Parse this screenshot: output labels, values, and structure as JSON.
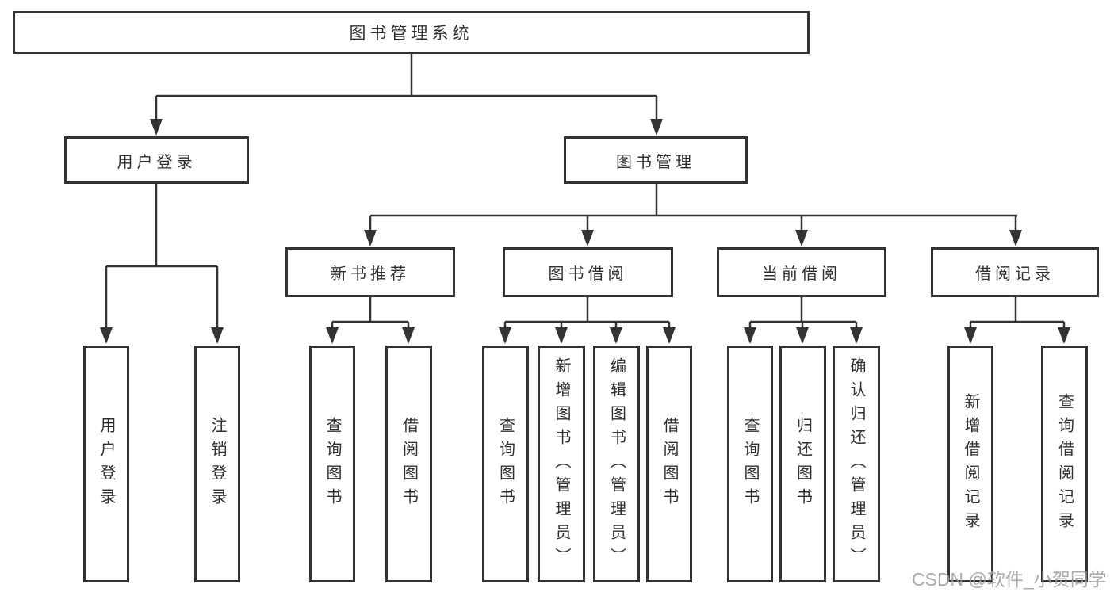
{
  "diagram": {
    "root": {
      "label": "图书管理系统"
    },
    "level2": {
      "user_login": {
        "label": "用户登录"
      },
      "book_mgmt": {
        "label": "图书管理"
      }
    },
    "level3": {
      "new_rec": {
        "label": "新书推荐"
      },
      "book_borrow": {
        "label": "图书借阅"
      },
      "cur_borrow": {
        "label": "当前借阅"
      },
      "borrow_rec": {
        "label": "借阅记录"
      }
    },
    "leaves": {
      "login": [
        "用户登录",
        "注销登录"
      ],
      "new_rec": [
        "查询图书",
        "借阅图书"
      ],
      "book_borrow": [
        "查询图书",
        "新增图书（管理员）",
        "编辑图书（管理员）",
        "借阅图书"
      ],
      "cur_borrow": [
        "查询图书",
        "归还图书",
        "确认归还（管理员）"
      ],
      "borrow_rec": [
        "新增借阅记录",
        "查询借阅记录"
      ]
    },
    "colors": {
      "line": "#333333",
      "text": "#2f2f2f",
      "background": "#ffffff"
    }
  },
  "watermark": {
    "text": "CSDN @软件_小贺同学",
    "color": "#9c9c9c"
  }
}
